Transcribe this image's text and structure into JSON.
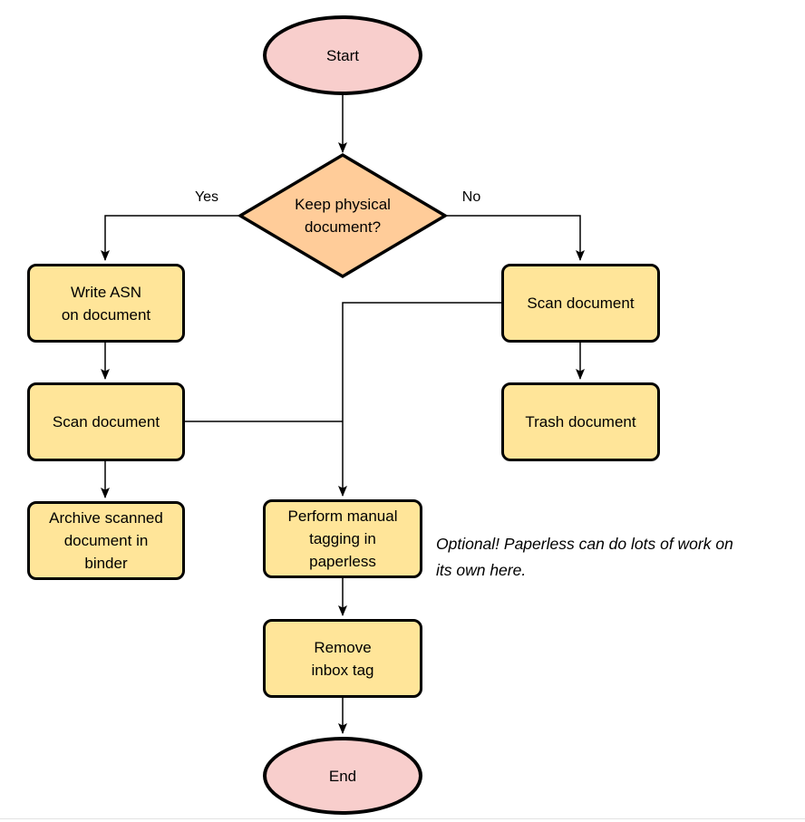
{
  "palette": {
    "terminator_fill": "#f8cecc",
    "decision_fill": "#ffcc99",
    "process_fill": "#ffe599",
    "stroke": "#000000"
  },
  "nodes": {
    "start": {
      "label": "Start"
    },
    "decision": {
      "label": "Keep physical\ndocument?"
    },
    "write_asn": {
      "label": "Write ASN\non document"
    },
    "scan_left": {
      "label": "Scan document"
    },
    "archive": {
      "label": "Archive scanned\ndocument in\nbinder"
    },
    "scan_right": {
      "label": "Scan document"
    },
    "trash": {
      "label": "Trash document"
    },
    "perform_tagging": {
      "label": "Perform manual\ntagging in\npaperless"
    },
    "remove_inbox": {
      "label": "Remove\ninbox tag"
    },
    "end": {
      "label": "End"
    }
  },
  "edge_labels": {
    "yes": "Yes",
    "no": "No"
  },
  "annotation": {
    "text": "Optional! Paperless can do lots of work on\nits own here."
  }
}
